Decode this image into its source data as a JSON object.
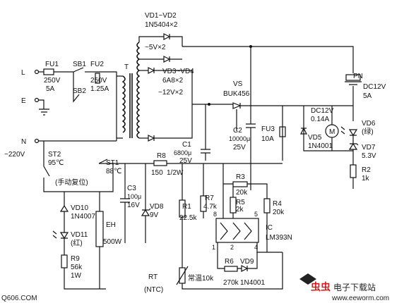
{
  "labels": {
    "L": "L",
    "E": "E",
    "N": "N",
    "mains": "~220V",
    "FU1": "FU1",
    "FU1_rating": "250V",
    "FU1_amp": "5A",
    "SB1": "SB1",
    "FU2": "FU2",
    "FU2_rating": "250V",
    "FU2_amp": "1.25A",
    "SB2": "SB2",
    "T": "T",
    "VD1VD2": "VD1~VD2",
    "VD1VD2_part": "1N5404×2",
    "sec5v": "~5V×2",
    "VD3VD4": "VD3~VD4",
    "VD3VD4_part": "6A8×2",
    "sec12v": "~12V×2",
    "VS": "VS",
    "VS_part": "BUK456",
    "PN": "PN",
    "PN_rating": "DC12V",
    "PN_amp": "5A",
    "motor_rating": "DC12V",
    "motor_amp": "0.14A",
    "M": "M",
    "VD5": "VD5",
    "VD5_part": "1N4001",
    "VD6": "VD6",
    "VD6_color": "(绿)",
    "VD7": "VD7",
    "VD7_volt": "5.3V",
    "R2": "R2",
    "R2_val": "1k",
    "C2": "C2",
    "C2_val": "10000μ",
    "C2_volt": "25V",
    "FU3": "FU3",
    "FU3_amp": "10A",
    "C1": "C1",
    "C1_val": "6800μ",
    "C1_volt": "25V",
    "R8": "R8",
    "R8_val": "150",
    "R8_pw": "1/2W",
    "ST2": "ST2",
    "ST2_temp": "95℃",
    "ST2_note": "(手动复位)",
    "ST1": "ST1",
    "ST1_temp": "88℃",
    "C3": "C3",
    "C3_val": "100μ",
    "C3_volt": "16V",
    "VD8": "VD8",
    "VD8_volt": "9V",
    "R1": "R1",
    "R1_val": "22.5k",
    "R7": "R7",
    "R7_val": "4.7k",
    "R3": "R3",
    "R3_val": "20k",
    "R5": "R5",
    "R5_val": "2k",
    "R4": "R4",
    "R4_val": "20k",
    "IC": "IC",
    "IC_part": "LM393N",
    "VD10": "VD10",
    "VD10_part": "1N4007",
    "VD11": "VD11",
    "VD11_color": "(红)",
    "R9": "R9",
    "R9_val": "56k",
    "R9_pw": "1W",
    "EH": "EH",
    "EH_pw": "500W",
    "RT": "RT",
    "RT_type": "(NTC)",
    "RT_val": "常温10k",
    "R6": "R6",
    "R6_val": "270k",
    "VD9": "VD9",
    "VD9_part": "1N4001",
    "pin8": "8",
    "pin1": "1",
    "pin4": "4",
    "pin5": "5",
    "pin2": "2",
    "watermark_left": "Q606.COM",
    "brand_cn": "虫虫",
    "brand_name": "电子下载站",
    "brand_site": "www.eeworm.com"
  }
}
